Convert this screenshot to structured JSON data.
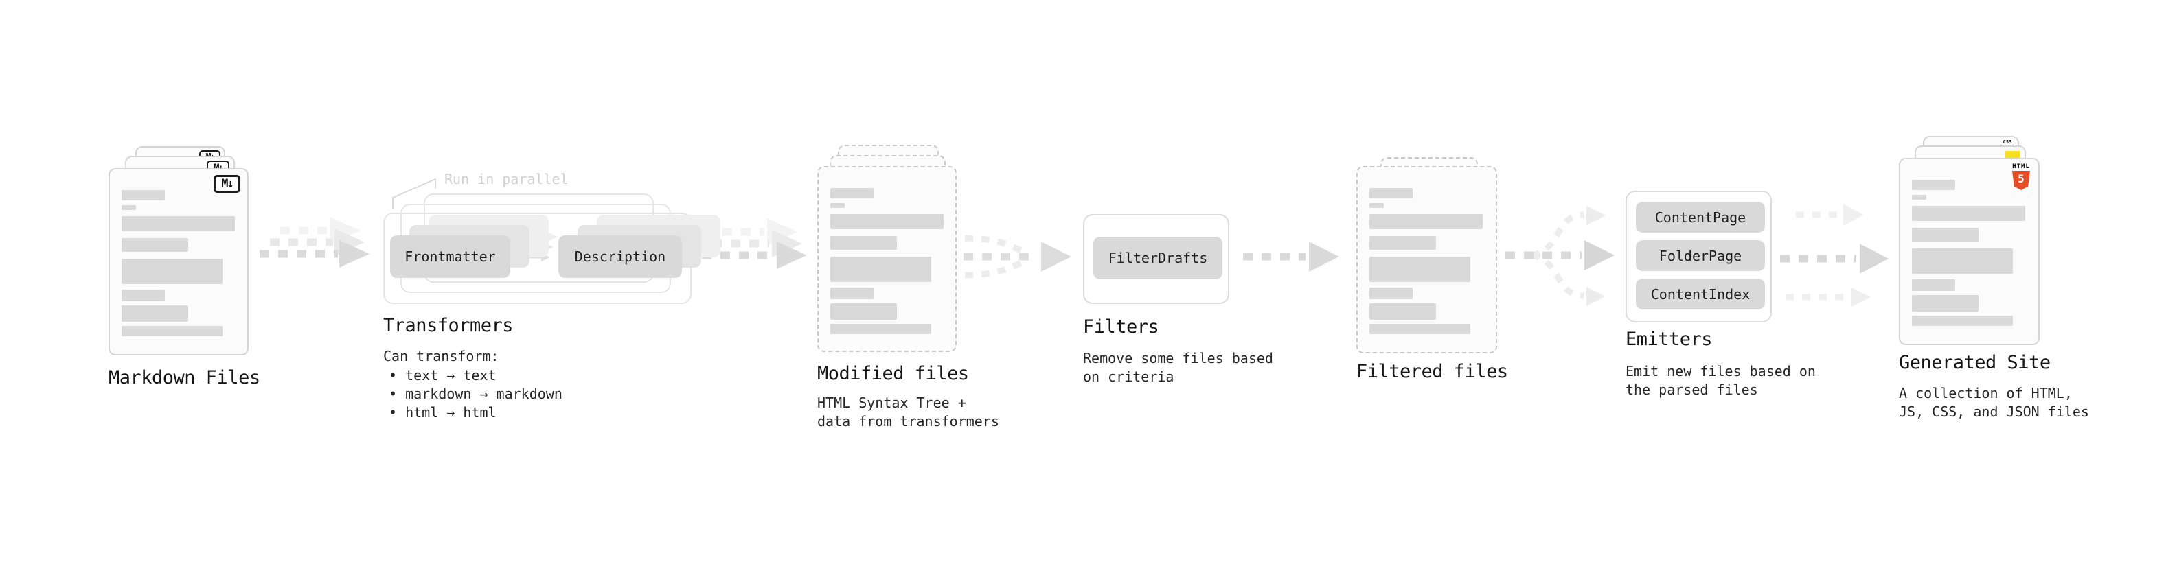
{
  "nodes": {
    "markdown": {
      "label": "Markdown Files",
      "badge": "M↓"
    },
    "transformers": {
      "label": "Transformers",
      "note": "Run in parallel",
      "input_box": "Frontmatter",
      "output_box": "Description",
      "desc_title": "Can transform:",
      "bullets": [
        "• text → text",
        "• markdown → markdown",
        "• html → html"
      ]
    },
    "modified": {
      "label": "Modified files",
      "desc_line1": "HTML Syntax Tree +",
      "desc_line2": "data from transformers"
    },
    "filters": {
      "label": "Filters",
      "button": "FilterDrafts",
      "desc_line1": "Remove some files based",
      "desc_line2": "on criteria"
    },
    "filtered": {
      "label": "Filtered files"
    },
    "emitters": {
      "label": "Emitters",
      "buttons": [
        "ContentPage",
        "FolderPage",
        "ContentIndex"
      ],
      "desc_line1": "Emit new files based on",
      "desc_line2": "the parsed files"
    },
    "generated": {
      "label": "Generated Site",
      "desc_line1": "A collection of HTML,",
      "desc_line2": "JS, CSS, and JSON files",
      "css_badge": "CSS",
      "html_badge_label": "HTML",
      "html_badge_number": "5"
    }
  },
  "colors": {
    "html5_orange": "#e44d26",
    "js_yellow": "#f7df1e",
    "css_blue": "#2965f1"
  }
}
